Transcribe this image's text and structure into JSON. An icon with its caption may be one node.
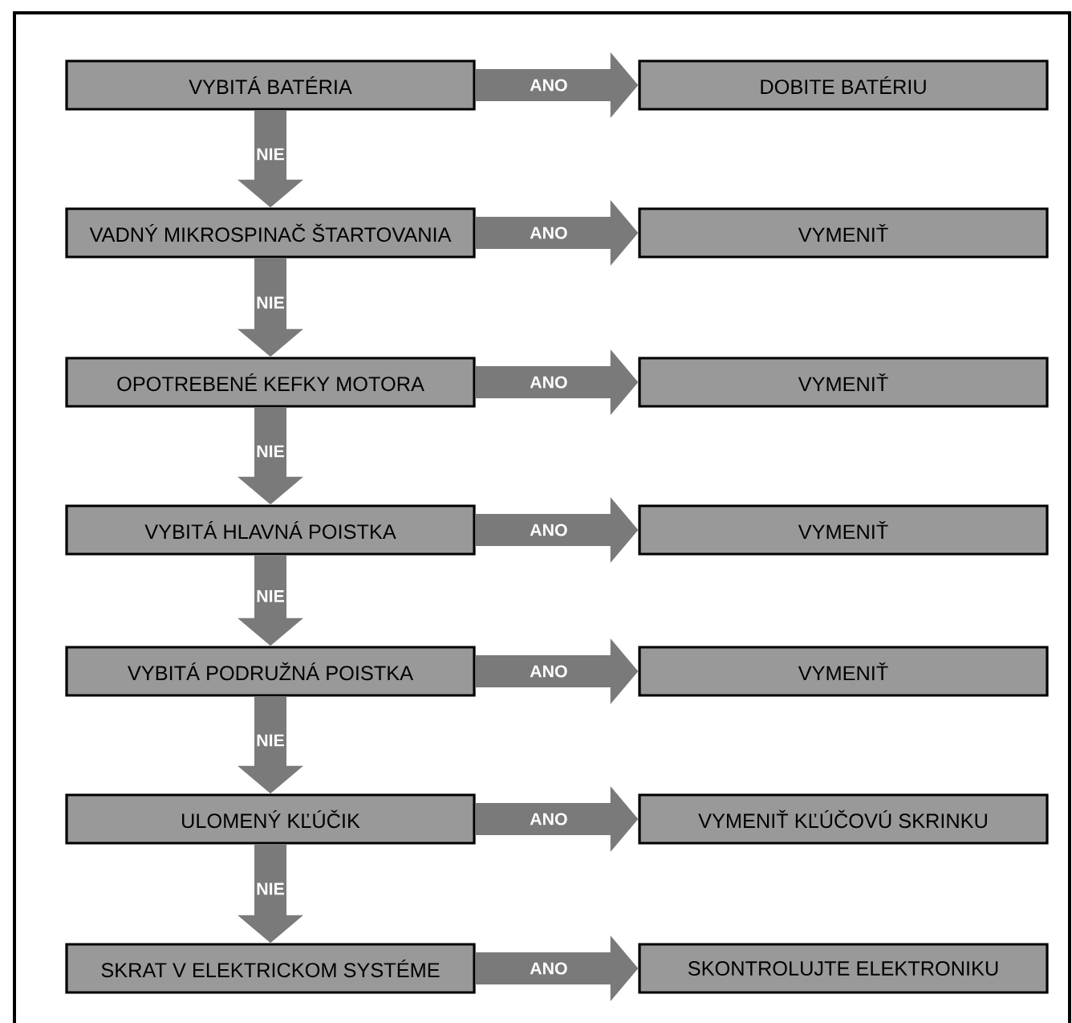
{
  "diagram": {
    "nodes": [
      {
        "text": [
          "VYBITÁ BATÉRIA"
        ]
      },
      {
        "text": [
          "DOBITE BATÉRIU"
        ]
      },
      {
        "text": [
          "VADNÝ MIKROSPINAČ ŠTARTOVANIA"
        ]
      },
      {
        "text": [
          "VYMENIŤ"
        ]
      },
      {
        "text": [
          "OPOTREBENÉ KEFKY MOTORA"
        ]
      },
      {
        "text": [
          "VYMENIŤ"
        ]
      },
      {
        "text": [
          "VYBITÁ HLAVNÁ POISTKA"
        ]
      },
      {
        "text": [
          "VYMENIŤ"
        ]
      },
      {
        "text": [
          "VYBITÁ PODRUŽNÁ POISTKA"
        ]
      },
      {
        "text": [
          "VYMENIŤ"
        ]
      },
      {
        "text": [
          "ULOMENÝ KĽÚČIK"
        ]
      },
      {
        "text": [
          "VYMENIŤ KĽÚČOVÚ SKRINKU"
        ]
      },
      {
        "text": [
          "SKRAT V ELEKTRICKOM SYSTÉME"
        ]
      },
      {
        "text": [
          "SKONTROLUJTE ELEKTRONIKU"
        ]
      }
    ],
    "edges": [
      {
        "from": 0,
        "to": 1,
        "arrow": "to",
        "label": "ANO"
      },
      {
        "from": 0,
        "to": 2,
        "arrow": "to",
        "label": "NIE"
      },
      {
        "from": 2,
        "to": 3,
        "arrow": "to",
        "label": "ANO"
      },
      {
        "from": 2,
        "to": 4,
        "arrow": "to",
        "label": "NIE"
      },
      {
        "from": 4,
        "to": 5,
        "arrow": "to",
        "label": "ANO"
      },
      {
        "from": 4,
        "to": 6,
        "arrow": "to",
        "label": "NIE"
      },
      {
        "from": 6,
        "to": 7,
        "arrow": "to",
        "label": "ANO"
      },
      {
        "from": 6,
        "to": 8,
        "arrow": "to",
        "label": "NIE"
      },
      {
        "from": 8,
        "to": 9,
        "arrow": "to",
        "label": "ANO"
      },
      {
        "from": 8,
        "to": 10,
        "arrow": "to",
        "label": "NIE"
      },
      {
        "from": 10,
        "to": 11,
        "arrow": "to",
        "label": "ANO"
      },
      {
        "from": 10,
        "to": 12,
        "arrow": "to",
        "label": "NIE"
      },
      {
        "from": 12,
        "to": 13,
        "arrow": "to",
        "label": "ANO"
      }
    ]
  }
}
